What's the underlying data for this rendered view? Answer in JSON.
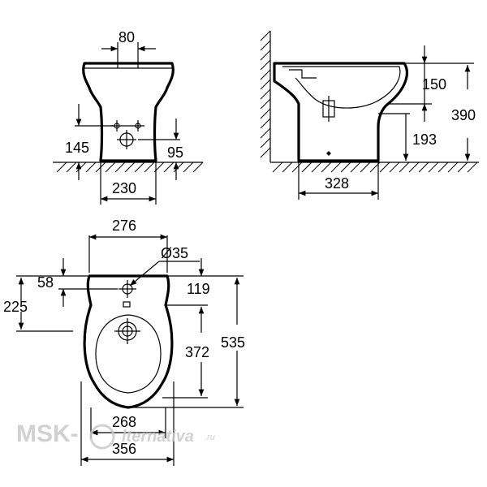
{
  "dimensions": {
    "front_width_top": "80",
    "front_height_inlet": "145",
    "front_base_height": "95",
    "front_base_width": "230",
    "side_top_height": "150",
    "side_total_height": "390",
    "side_outlet_height": "193",
    "side_base_length": "328",
    "plan_width": "276",
    "plan_hole_dia": "Ø35",
    "plan_front_offset": "58",
    "plan_hole_to_center": "225",
    "plan_hole_back": "119",
    "plan_bowl_length": "372",
    "plan_total_length": "535",
    "plan_base_width": "268",
    "plan_overall_width": "356"
  },
  "watermark": {
    "brand": "MSK-",
    "site": "lternativa",
    "tld": ".ru"
  }
}
